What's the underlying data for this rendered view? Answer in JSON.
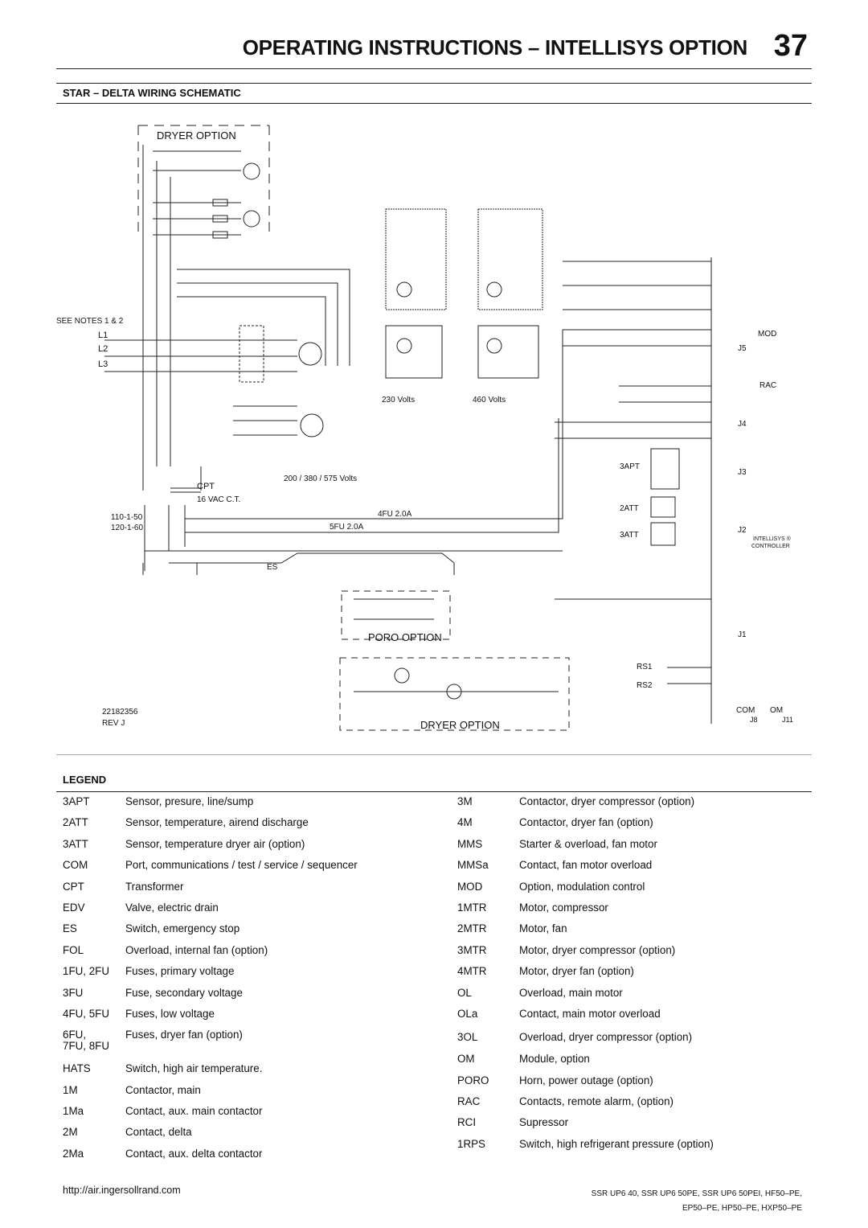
{
  "header": {
    "title": "OPERATING INSTRUCTIONS – INTELLISYS OPTION",
    "page_number": "37"
  },
  "section_title": "STAR – DELTA WIRING SCHEMATIC",
  "schematic": {
    "dryer_option_top": "DRYER OPTION",
    "see_notes": "SEE NOTES 1 & 2",
    "poro_option": "PORO OPTION",
    "dryer_option_bottom": "DRYER OPTION",
    "volts_230": "230 Volts",
    "volts_460": "460 Volts",
    "volts_multi": "200 / 380 / 575 Volts",
    "cpt": "CPT",
    "vac": "16 VAC C.T.",
    "primary_1": "110-1-50",
    "primary_2": "120-1-60",
    "fuse_4": "4FU 2.0A",
    "fuse_5": "5FU 2.0A",
    "es": "ES",
    "mod": "MOD",
    "j5": "J5",
    "rac": "RAC",
    "j4": "J4",
    "j3": "J3",
    "j2": "J2",
    "controller_1": "INTELLISYS ®",
    "controller_2": "CONTROLLER",
    "j1": "J1",
    "apt": "3APT",
    "att2": "2ATT",
    "att3": "3ATT",
    "drawing_no": "22182356",
    "rev": "REV J",
    "com": "COM",
    "om": "OM",
    "j8": "J8",
    "j11": "J11",
    "rs1": "RS1",
    "rs2": "RS2",
    "l1": "L1",
    "l2": "L2",
    "l3": "L3"
  },
  "legend": {
    "title": "LEGEND",
    "left": [
      {
        "code": "3APT",
        "desc": "Sensor, presure, line/sump"
      },
      {
        "code": "2ATT",
        "desc": "Sensor, temperature, airend discharge"
      },
      {
        "code": "3ATT",
        "desc": "Sensor, temperature dryer air (option)"
      },
      {
        "code": "COM",
        "desc": "Port, communications / test / service / sequencer"
      },
      {
        "code": "CPT",
        "desc": "Transformer"
      },
      {
        "code": "EDV",
        "desc": "Valve, electric drain"
      },
      {
        "code": "ES",
        "desc": "Switch, emergency stop"
      },
      {
        "code": "FOL",
        "desc": "Overload, internal fan (option)"
      },
      {
        "code": "1FU, 2FU",
        "desc": "Fuses, primary voltage"
      },
      {
        "code": "3FU",
        "desc": "Fuse, secondary voltage"
      },
      {
        "code": "4FU, 5FU",
        "desc": "Fuses, low voltage"
      },
      {
        "code": "6FU,",
        "code2": "7FU, 8FU",
        "desc": "Fuses, dryer fan (option)"
      },
      {
        "code": "HATS",
        "desc": "Switch, high air temperature."
      },
      {
        "code": "1M",
        "desc": "Contactor, main"
      },
      {
        "code": "1Ma",
        "desc": "Contact, aux. main contactor"
      },
      {
        "code": "2M",
        "desc": "Contact, delta"
      },
      {
        "code": "2Ma",
        "desc": "Contact, aux. delta contactor"
      }
    ],
    "right": [
      {
        "code": "3M",
        "desc": "Contactor, dryer compressor (option)"
      },
      {
        "code": "4M",
        "desc": "Contactor, dryer fan (option)"
      },
      {
        "code": "MMS",
        "desc": "Starter & overload, fan motor"
      },
      {
        "code": "MMSa",
        "desc": "Contact, fan motor overload"
      },
      {
        "code": "MOD",
        "desc": "Option, modulation control"
      },
      {
        "code": "1MTR",
        "desc": "Motor, compressor"
      },
      {
        "code": "2MTR",
        "desc": "Motor, fan"
      },
      {
        "code": "3MTR",
        "desc": "Motor, dryer compressor (option)"
      },
      {
        "code": "4MTR",
        "desc": "Motor, dryer fan (option)"
      },
      {
        "code": "OL",
        "desc": "Overload, main motor"
      },
      {
        "code": "OLa",
        "desc": "Contact, main motor overload"
      },
      {
        "code": "3OL",
        "desc": "Overload, dryer compressor (option)"
      },
      {
        "code": "OM",
        "desc": "Module, option"
      },
      {
        "code": "PORO",
        "desc": "Horn, power outage (option)"
      },
      {
        "code": "RAC",
        "desc": "Contacts, remote alarm, (option)"
      },
      {
        "code": "RCI",
        "desc": "Supressor"
      },
      {
        "code": "1RPS",
        "desc": "Switch, high refrigerant pressure (option)"
      }
    ]
  },
  "footer": {
    "url": "http://air.ingersollrand.com",
    "models_1": "SSR UP6 40, SSR UP6 50PE, SSR UP6 50PEI, HF50–PE,",
    "models_2": "EP50–PE, HP50–PE, HXP50–PE"
  }
}
